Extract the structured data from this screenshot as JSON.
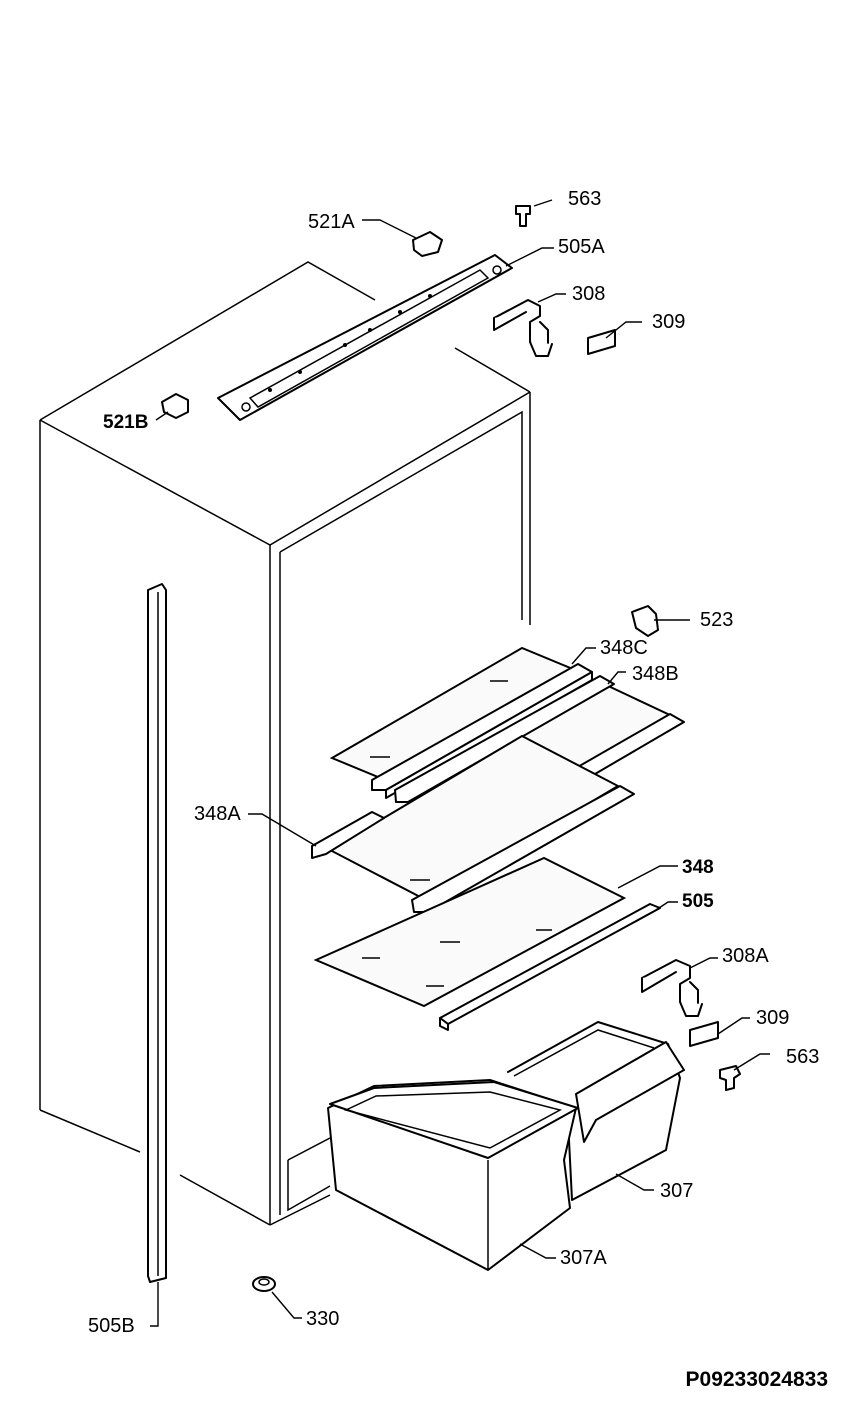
{
  "labels": {
    "p563_top": "563",
    "p521A": "521A",
    "p505A": "505A",
    "p308": "308",
    "p309_top": "309",
    "p521B": "521B",
    "p523": "523",
    "p348C": "348C",
    "p348B": "348B",
    "p348A": "348A",
    "p348": "348",
    "p505": "505",
    "p308A": "308A",
    "p309_bottom": "309",
    "p563_bottom": "563",
    "p307": "307",
    "p307A": "307A",
    "p505B": "505B",
    "p330": "330"
  },
  "drawing_code": "P09233024833"
}
